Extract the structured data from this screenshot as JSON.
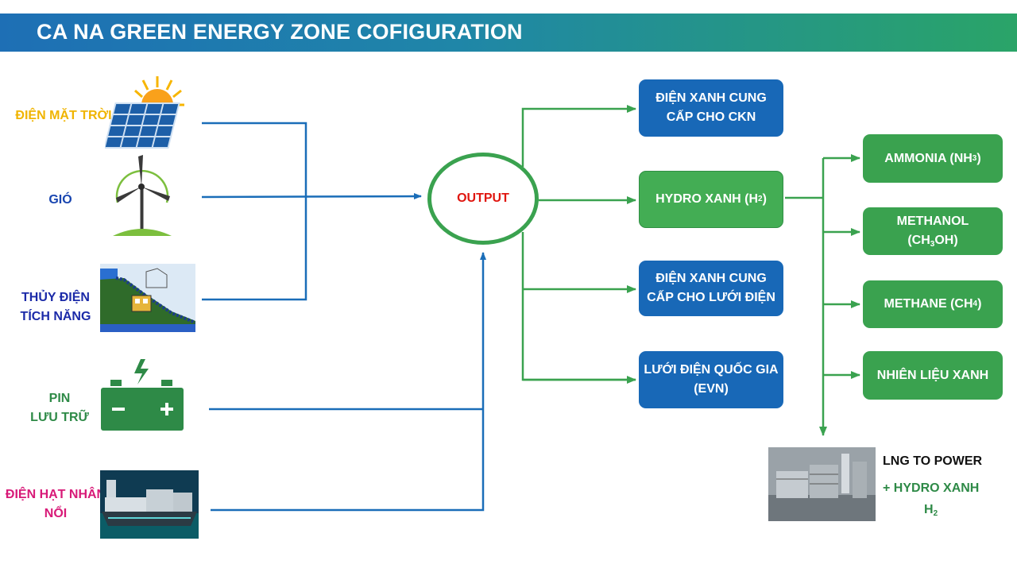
{
  "title": "CA NA GREEN ENERGY ZONE COFIGURATION",
  "sources": {
    "solar": "ĐIỆN MẶT TRỜI",
    "wind": "GIÓ",
    "hydro_line1": "THỦY ĐIỆN",
    "hydro_line2": "TÍCH NĂNG",
    "battery_line1": "PIN",
    "battery_line2": "LƯU TRỮ",
    "nuclear": "ĐIỆN HẠT NHÂN NỔI"
  },
  "hub": {
    "label": "OUTPUT"
  },
  "outputs": {
    "ckn_power": "ĐIỆN XANH CUNG CẤP CHO CKN",
    "hydrogen_text": "HYDRO XANH (H",
    "hydrogen_sub": "2",
    "hydrogen_close": ")",
    "grid_power": "ĐIỆN XANH CUNG CẤP CHO LƯỚI ĐIỆN",
    "evn": "LƯỚI ĐIỆN QUỐC GIA (EVN)"
  },
  "derivatives": {
    "ammonia_text": "AMMONIA (NH",
    "ammonia_sub": "3",
    "ammonia_close": ")",
    "methanol_line1": "METHANOL",
    "methanol_pre": "(CH",
    "methanol_sub": "3",
    "methanol_post": "OH)",
    "methane_text": "METHANE (CH",
    "methane_sub": "4",
    "methane_close": ")",
    "fuel": "NHIÊN LIỆU XANH"
  },
  "lng": {
    "line1": "LNG TO POWER",
    "line2": "+ HYDRO XANH",
    "line3_sub": "2",
    "line3_pre": "H"
  },
  "colors": {
    "blue_line": "#1a6db8",
    "green_line": "#3aa24f",
    "solar_label": "#f0b400",
    "wind_label": "#1845b0",
    "hydro_label": "#1b2aa8",
    "battery_label": "#2e8a47",
    "nuclear_label": "#d81a78",
    "output_text": "#e0160f"
  },
  "icons": {
    "solar": "solar-panel-sun-icon",
    "wind": "wind-turbine-icon",
    "hydro": "pumped-hydro-diagram-icon",
    "battery": "battery-icon",
    "nuclear": "floating-nuclear-ship-icon",
    "lng": "power-plant-icon"
  }
}
